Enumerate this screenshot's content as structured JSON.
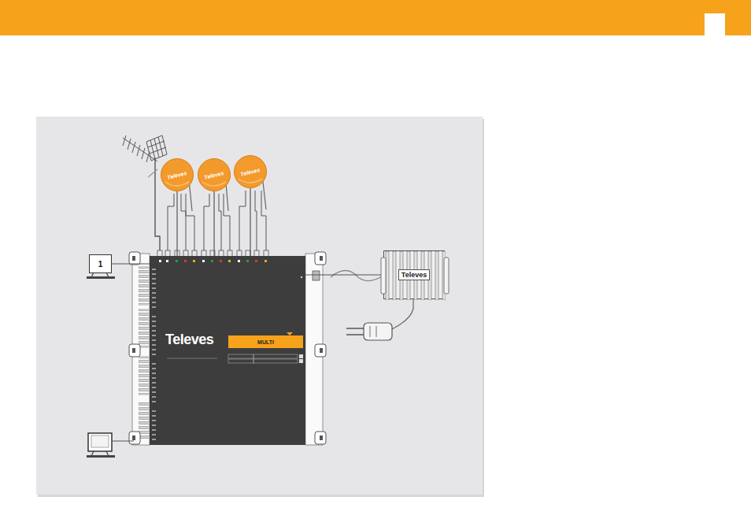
{
  "diagram": {
    "nodes": [
      {
        "text": [
          "Televes"
        ]
      },
      {
        "text": [
          "Televes"
        ]
      },
      {
        "text": [
          "Televes"
        ]
      },
      {
        "text": [
          "1"
        ]
      },
      {
        "text": [
          "Televes"
        ]
      },
      {
        "text": [
          "MULTI"
        ],
        "in": 4
      },
      {
        "text": [
          "Televes"
        ]
      }
    ],
    "edges": [
      {
        "from": 0,
        "to": 4,
        "arrow": "none"
      },
      {
        "from": 1,
        "to": 4,
        "arrow": "none"
      },
      {
        "from": 2,
        "to": 4,
        "arrow": "none"
      },
      {
        "from": 3,
        "to": 4,
        "arrow": "none"
      },
      {
        "from": 6,
        "to": 4,
        "arrow": "none"
      }
    ]
  }
}
